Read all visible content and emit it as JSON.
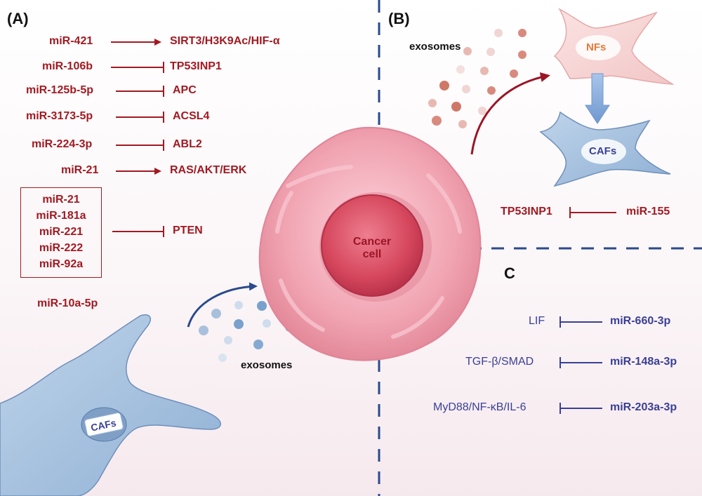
{
  "panels": {
    "a": "(A)",
    "b": "(B)",
    "c": "C"
  },
  "panel_a": {
    "pairs": [
      {
        "mir": "miR-421",
        "target": "SIRT3/H3K9Ac/HIF-α",
        "relation": "activates"
      },
      {
        "mir": "miR-106b",
        "target": "TP53INP1",
        "relation": "inhibits"
      },
      {
        "mir": "miR-125b-5p",
        "target": "APC",
        "relation": "inhibits"
      },
      {
        "mir": "miR-3173-5p",
        "target": "ACSL4",
        "relation": "inhibits"
      },
      {
        "mir": "miR-224-3p",
        "target": "ABL2",
        "relation": "inhibits"
      },
      {
        "mir": "miR-21",
        "target": "RAS/AKT/ERK",
        "relation": "activates"
      }
    ],
    "group": {
      "mirs": [
        "miR-21",
        "miR-181a",
        "miR-221",
        "miR-222",
        "miR-92a"
      ],
      "target": "PTEN",
      "relation": "inhibits"
    },
    "standalone": "miR-10a-5p",
    "exosomes_label": "exosomes",
    "caf_label": "CAFs",
    "cancer_cell_label_1": "Cancer",
    "cancer_cell_label_2": "cell"
  },
  "panel_b": {
    "exosomes_label": "exosomes",
    "nf_label": "NFs",
    "caf_label": "CAFs",
    "pair": {
      "target": "TP53INP1",
      "mir": "miR-155",
      "relation": "inhibits"
    }
  },
  "panel_c": {
    "pairs": [
      {
        "target": "LIF",
        "mir": "miR-660-3p",
        "relation": "inhibits"
      },
      {
        "target": "TGF-β/SMAD",
        "mir": "miR-148a-3p",
        "relation": "inhibits"
      },
      {
        "target": "MyD88/NF-κB/IL-6",
        "mir": "miR-203a-3p",
        "relation": "inhibits"
      }
    ]
  },
  "colors": {
    "red": "#a11a22",
    "blue": "#3a3f95",
    "divider": "#2a4a8c",
    "cell_outer": "#f0a2b0",
    "nucleus": "#d8485e",
    "caf_fill": "#a8c4e0",
    "nf_fill": "#f6d4d4"
  }
}
